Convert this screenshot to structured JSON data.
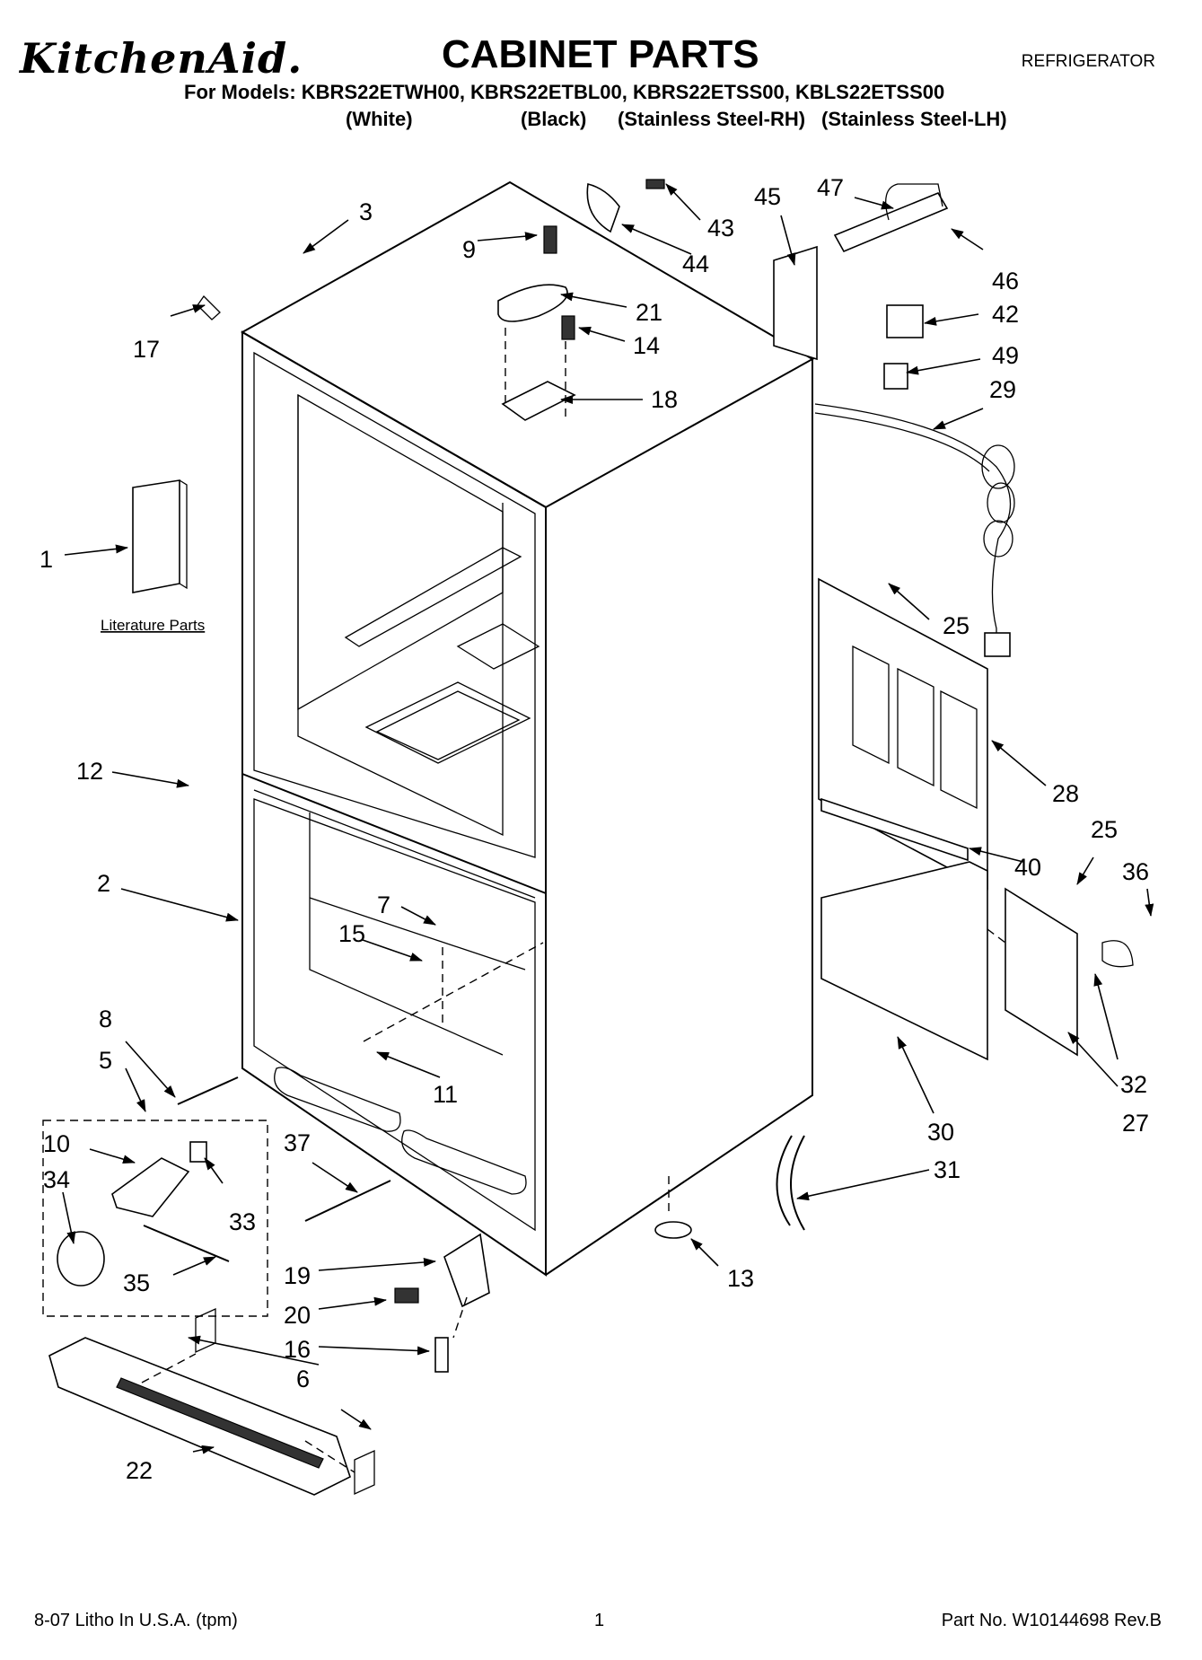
{
  "header": {
    "brand": "KitchenAid.",
    "title": "CABINET PARTS",
    "category": "REFRIGERATOR",
    "models_line": "For Models: KBRS22ETWH00, KBRS22ETBL00, KBRS22ETSS00, KBLS22ETSS00",
    "variants": [
      "(White)",
      "(Black)",
      "(Stainless Steel-RH)",
      "(Stainless Steel-LH)"
    ]
  },
  "diagram": {
    "literature_label": "Literature Parts",
    "callouts": [
      "1",
      "2",
      "3",
      "5",
      "6",
      "7",
      "8",
      "9",
      "10",
      "11",
      "12",
      "13",
      "14",
      "15",
      "16",
      "17",
      "18",
      "19",
      "20",
      "21",
      "22",
      "25",
      "25",
      "27",
      "28",
      "29",
      "30",
      "31",
      "32",
      "33",
      "34",
      "35",
      "36",
      "37",
      "40",
      "42",
      "43",
      "44",
      "45",
      "46",
      "47",
      "49"
    ]
  },
  "footer": {
    "litho": "8-07 Litho In U.S.A. (tpm)",
    "page_number": "1",
    "part_number": "Part No. W10144698 Rev.B"
  }
}
